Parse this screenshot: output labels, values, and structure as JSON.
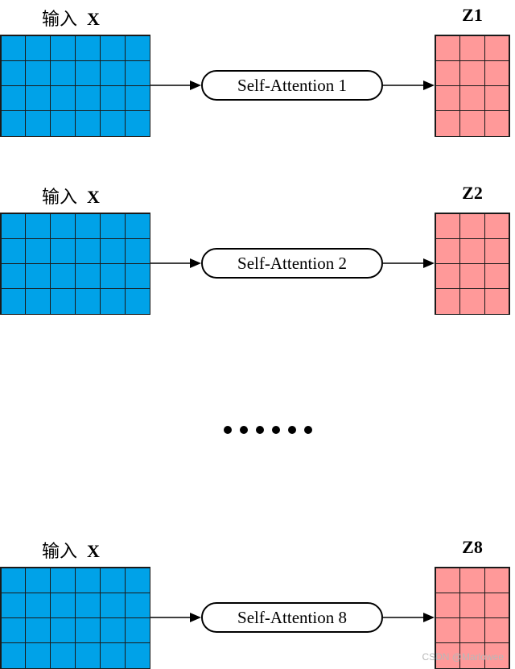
{
  "rows": [
    {
      "input_label": "输入",
      "input_var": "X",
      "head_label": "Self-Attention 1",
      "output_label": "Z1"
    },
    {
      "input_label": "输入",
      "input_var": "X",
      "head_label": "Self-Attention 2",
      "output_label": "Z2"
    },
    {
      "input_label": "输入",
      "input_var": "X",
      "head_label": "Self-Attention 8",
      "output_label": "Z8"
    }
  ],
  "ellipsis": "••••••",
  "watermark": "CSDN @Marlowee",
  "colors": {
    "input_matrix": "#00a2e8",
    "output_matrix": "#ff9999",
    "grid_line": "#1a1a1a"
  },
  "input_matrix_shape": {
    "rows": 4,
    "cols": 6
  },
  "output_matrix_shape": {
    "rows": 4,
    "cols": 3
  }
}
